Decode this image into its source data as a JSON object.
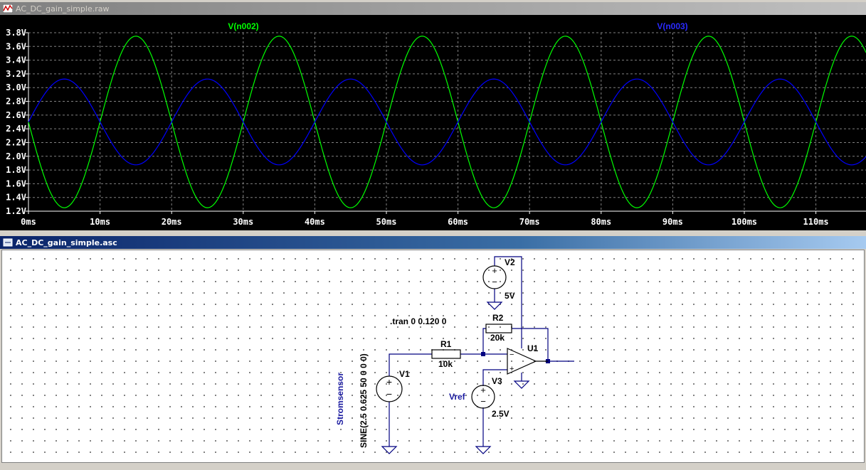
{
  "waveform_window": {
    "title": "AC_DC_gain_simple.raw",
    "traces": [
      {
        "name": "V(n002)",
        "color": "#00ff00"
      },
      {
        "name": "V(n003)",
        "color": "#0000ff"
      }
    ],
    "y_ticks": [
      "3.8V",
      "3.6V",
      "3.4V",
      "3.2V",
      "3.0V",
      "2.8V",
      "2.6V",
      "2.4V",
      "2.2V",
      "2.0V",
      "1.8V",
      "1.6V",
      "1.4V",
      "1.2V"
    ],
    "x_ticks": [
      "0ms",
      "10ms",
      "20ms",
      "30ms",
      "40ms",
      "50ms",
      "60ms",
      "70ms",
      "80ms",
      "90ms",
      "100ms",
      "110ms"
    ]
  },
  "chart_data": {
    "type": "line",
    "title": "",
    "xlabel": "",
    "ylabel": "",
    "xlim": [
      0,
      117
    ],
    "ylim": [
      1.2,
      3.8
    ],
    "x_unit": "ms",
    "y_unit": "V",
    "grid": true,
    "legend": "top",
    "series": [
      {
        "name": "V(n002)",
        "color": "#00ff00",
        "offset": 2.5,
        "amplitude": -1.25,
        "frequency_hz": 50
      },
      {
        "name": "V(n003)",
        "color": "#0000ff",
        "offset": 2.5,
        "amplitude": 0.625,
        "frequency_hz": 50
      }
    ]
  },
  "schematic_window": {
    "title": "AC_DC_gain_simple.asc",
    "directive": ".tran 0 0.120 0",
    "components": {
      "V1": {
        "name": "V1",
        "value": "SINE(2.5 0.625 50 0 0 0)",
        "label": "Stromsensor"
      },
      "V2": {
        "name": "V2",
        "value": "5V"
      },
      "V3": {
        "name": "V3",
        "value": "2.5V",
        "label": "Vref"
      },
      "R1": {
        "name": "R1",
        "value": "10k"
      },
      "R2": {
        "name": "R2",
        "value": "20k"
      },
      "U1": {
        "name": "U1"
      }
    }
  }
}
